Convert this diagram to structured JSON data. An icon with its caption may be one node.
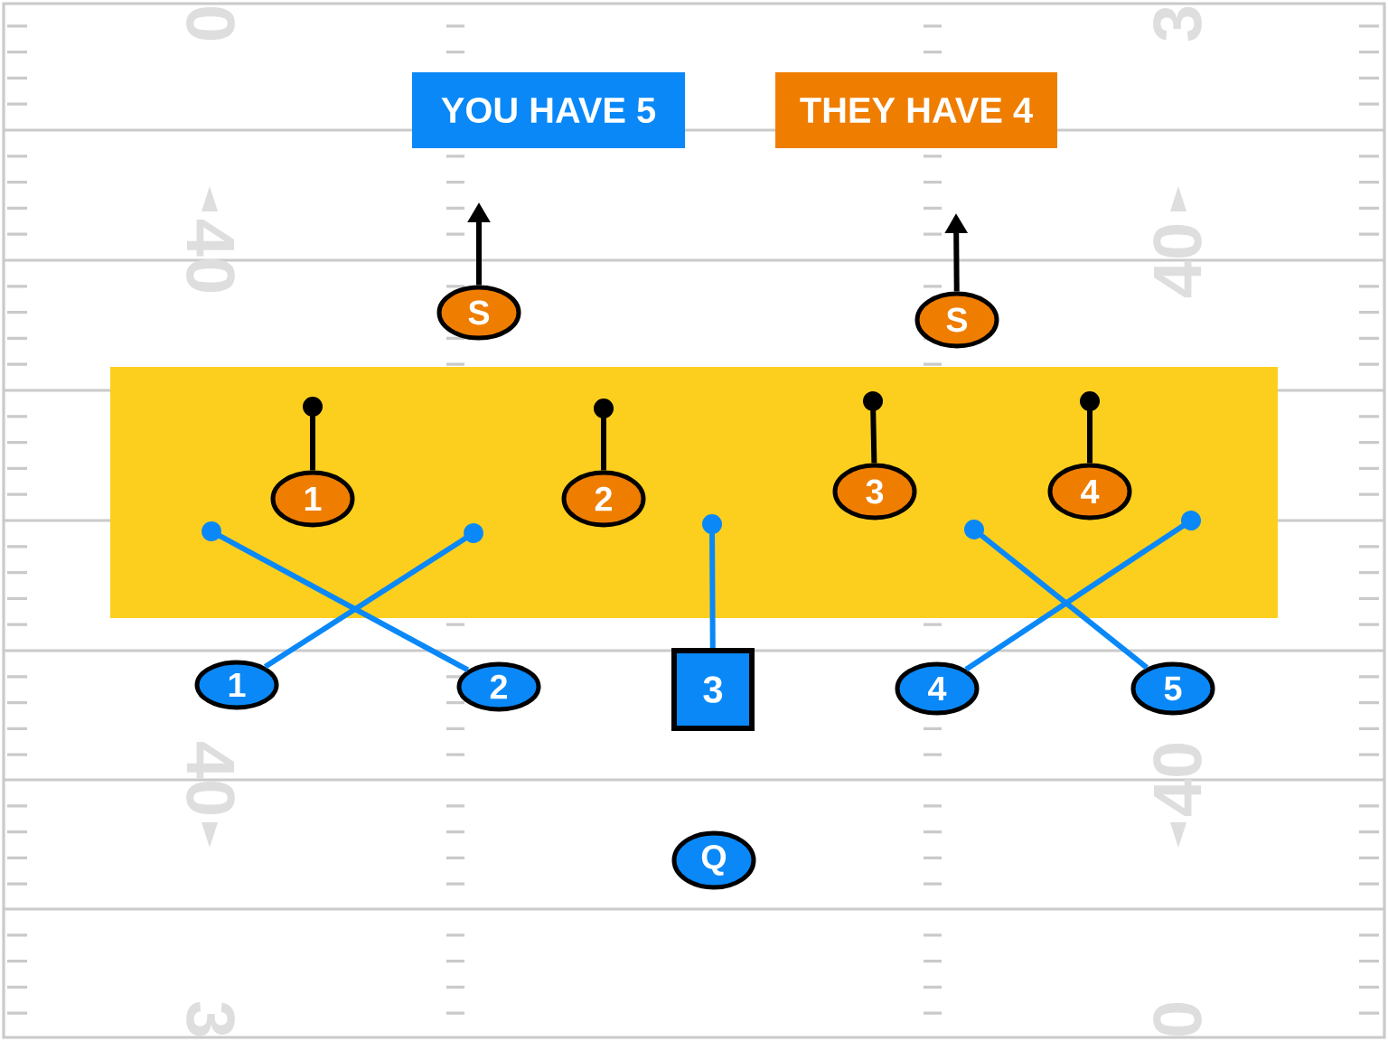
{
  "diagram": {
    "nodes": [
      {
        "text": [
          "YOU HAVE 5"
        ]
      },
      {
        "text": [
          "THEY HAVE 4"
        ]
      },
      {
        "text": [
          "S"
        ]
      },
      {
        "text": [
          "S"
        ]
      },
      {
        "text": [],
        "shape": "box"
      },
      {
        "text": [
          "1"
        ],
        "in": 4
      },
      {
        "text": [
          "2"
        ],
        "in": 4
      },
      {
        "text": [
          "3"
        ],
        "in": 4
      },
      {
        "text": [
          "4"
        ],
        "in": 4
      },
      {
        "text": [
          "1"
        ]
      },
      {
        "text": [
          "2"
        ]
      },
      {
        "text": [
          "3"
        ]
      },
      {
        "text": [
          "4"
        ]
      },
      {
        "text": [
          "5"
        ]
      },
      {
        "text": [
          "Q"
        ]
      }
    ],
    "edges": [
      {
        "from": 2,
        "to": null,
        "arrow": "to"
      },
      {
        "from": 3,
        "to": null,
        "arrow": "to"
      },
      {
        "from": 5,
        "to": null,
        "arrow": "other"
      },
      {
        "from": 6,
        "to": null,
        "arrow": "other"
      },
      {
        "from": 7,
        "to": null,
        "arrow": "other"
      },
      {
        "from": 8,
        "to": null,
        "arrow": "other"
      },
      {
        "from": 9,
        "to": null,
        "arrow": "other",
        "color": "#0a88f7"
      },
      {
        "from": 10,
        "to": null,
        "arrow": "other",
        "color": "#0a88f7"
      },
      {
        "from": 11,
        "to": null,
        "arrow": "other",
        "color": "#0a88f7"
      },
      {
        "from": 12,
        "to": null,
        "arrow": "other",
        "color": "#0a88f7"
      },
      {
        "from": 13,
        "to": null,
        "arrow": "other",
        "color": "#0a88f7"
      }
    ],
    "labels": [
      "0",
      "3",
      "40",
      "40",
      "40",
      "40",
      "3",
      "0"
    ]
  }
}
